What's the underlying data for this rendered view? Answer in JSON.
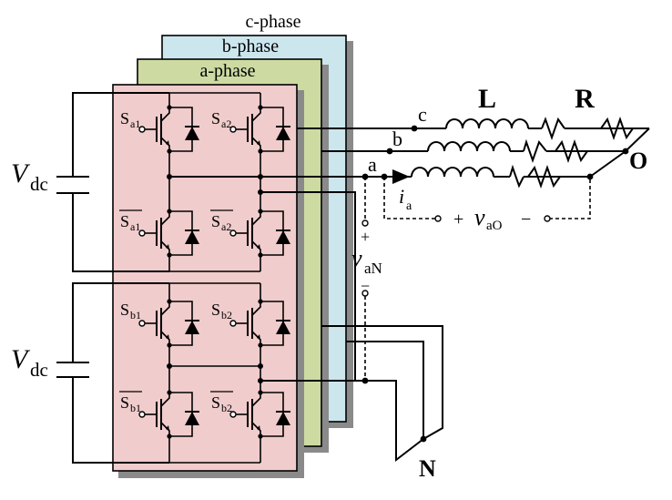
{
  "diagram": {
    "phase_labels": {
      "c": "c-phase",
      "b": "b-phase",
      "a": "a-phase"
    },
    "sources": {
      "vdc_upper": {
        "main": "V",
        "sub": "dc"
      },
      "vdc_lower": {
        "main": "V",
        "sub": "dc"
      }
    },
    "switches": {
      "sa1": {
        "main": "S",
        "sub": "a1"
      },
      "sa2": {
        "main": "S",
        "sub": "a2"
      },
      "sa1_bar": {
        "main": "S",
        "sub": "a1"
      },
      "sa2_bar": {
        "main": "S",
        "sub": "a2"
      },
      "sb1": {
        "main": "S",
        "sub": "b1"
      },
      "sb2": {
        "main": "S",
        "sub": "b2"
      },
      "sb1_bar": {
        "main": "S",
        "sub": "b1"
      },
      "sb2_bar": {
        "main": "S",
        "sub": "b2"
      }
    },
    "load": {
      "inductor_label": "L",
      "resistor_label": "R",
      "node_c": "c",
      "node_b": "b",
      "node_a": "a",
      "neutral_o": "O",
      "neutral_n": "N"
    },
    "measurements": {
      "current": {
        "main": "i",
        "sub": "a"
      },
      "vao": {
        "plus": "+",
        "main": "v",
        "sub": "aO",
        "minus": "−"
      },
      "van": {
        "plus": "+",
        "main": "v",
        "sub": "aN",
        "minus": "−"
      }
    },
    "colors": {
      "a_phase_fill": "#f0cccc",
      "b_phase_fill": "#cddba3",
      "c_phase_fill": "#cce6ee",
      "shadow": "#8a8a8a",
      "wire": "#000000"
    }
  }
}
